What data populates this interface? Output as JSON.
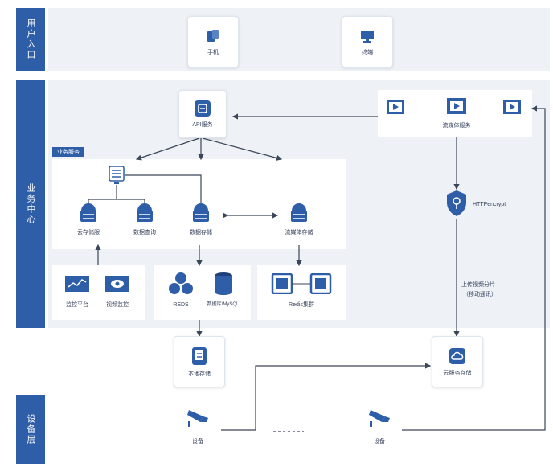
{
  "bands": {
    "user_entry": "用户入口",
    "service_center": "业务中心",
    "device_layer": "设备层"
  },
  "user_entry": {
    "phone": "手机",
    "pc": "终端"
  },
  "service": {
    "api_service": "API服务",
    "data_service_tag": "业务服务",
    "cloud_storage_mgmt": "云存储服",
    "data_query": "数据查询",
    "data_storage": "数据存储",
    "media_storage": "流媒体存储",
    "alarm_platform": "监控平台",
    "video_monitor": "视频监控",
    "redis": "REDS",
    "mysql": "数据库/MySQL",
    "redis_cluster": "Redis集群",
    "stream_media": "流媒体服务",
    "https_encrypt": "HTTPencrypt",
    "upload_note_line1": "上传视频分片",
    "upload_note_line2": "（移动通讯）"
  },
  "storage": {
    "local_storage": "本地存储",
    "cloud_storage": "云服务存储"
  },
  "devices": {
    "device_a": "设备",
    "device_b": "设备"
  },
  "colors": {
    "accent": "#2f5ea8",
    "zone_bg": "#eef1f6",
    "line": "#3b4658"
  }
}
